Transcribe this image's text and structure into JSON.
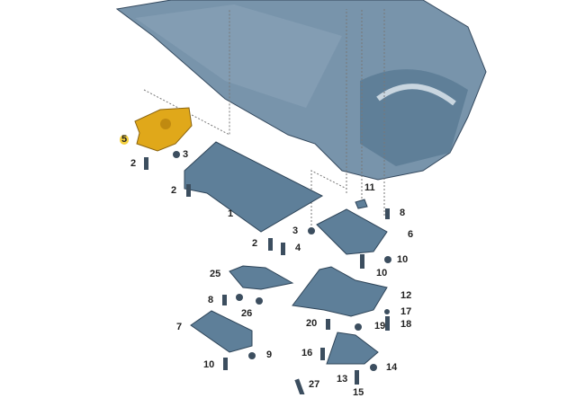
{
  "diagram": {
    "colors": {
      "part": "#5e7f99",
      "body": "#6f8fa9",
      "highlight": "#e0a81a",
      "line": "#333333"
    },
    "highlighted_part": "5",
    "callouts": [
      "5",
      "2",
      "3",
      "2",
      "1",
      "3",
      "2",
      "4",
      "11",
      "8",
      "6",
      "10",
      "10",
      "25",
      "8",
      "26",
      "12",
      "17",
      "20",
      "19",
      "18",
      "7",
      "9",
      "16",
      "10",
      "14",
      "13",
      "27",
      "15"
    ]
  }
}
